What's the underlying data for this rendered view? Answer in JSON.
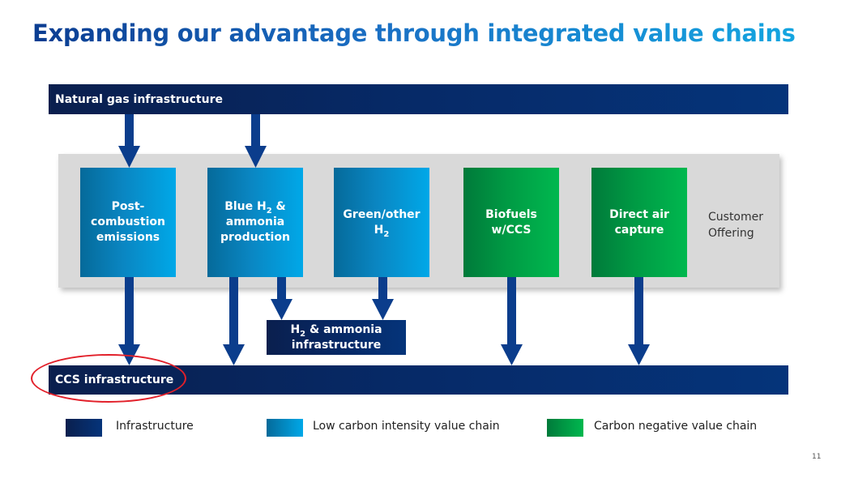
{
  "title": "Expanding our advantage through integrated value chains",
  "bars": {
    "top": "Natural gas infrastructure",
    "bottom": "CCS infrastructure"
  },
  "boxes": [
    {
      "lines": [
        "Post-",
        "combustion",
        "emissions"
      ],
      "type": "low-carbon"
    },
    {
      "line1_pre": "Blue H",
      "line1_sub": "2",
      "line1_post": " &",
      "line2": "ammonia",
      "line3": "production",
      "type": "low-carbon"
    },
    {
      "line1": "Green/other",
      "line2_pre": "H",
      "line2_sub": "2",
      "type": "low-carbon"
    },
    {
      "line1": "Biofuels",
      "line2": "w/CCS",
      "type": "carbon-negative"
    },
    {
      "line1": "Direct air",
      "line2": "capture",
      "type": "carbon-negative"
    }
  ],
  "customer_offering": [
    "Customer",
    "Offering"
  ],
  "h2_infra": {
    "pre": "H",
    "sub": "2",
    "post": " & ammonia",
    "line2": "infrastructure"
  },
  "legend": [
    {
      "label": "Infrastructure",
      "colors": [
        "#0a1f4e",
        "#05347a"
      ]
    },
    {
      "label": "Low carbon intensity value chain",
      "colors": [
        "#056a9a",
        "#00a8e8"
      ]
    },
    {
      "label": "Carbon negative value chain",
      "colors": [
        "#007a3a",
        "#00b84f"
      ]
    }
  ],
  "colors": {
    "arrow": "#0b3d8c",
    "highlight": "#e2202a"
  },
  "page_number": "11"
}
